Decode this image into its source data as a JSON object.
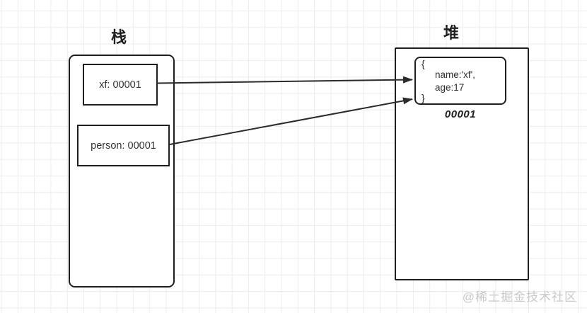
{
  "diagram": {
    "stack": {
      "title": "栈",
      "variables": [
        {
          "name": "xf",
          "label": "xf: 00001"
        },
        {
          "name": "person",
          "label": "person: 00001"
        }
      ]
    },
    "heap": {
      "title": "堆",
      "object": {
        "open_brace": "{",
        "properties": [
          "name:'xf',",
          "age:17"
        ],
        "close_brace": "}",
        "address": "00001"
      }
    },
    "arrows": [
      {
        "from": "xf: 00001",
        "to": "heap object 00001"
      },
      {
        "from": "person: 00001",
        "to": "heap object 00001"
      }
    ]
  },
  "watermark": "@稀土掘金技术社区",
  "colors": {
    "stroke": "#1f1f1f",
    "arrow": "#2b2b2b",
    "text": "#2d2d2d",
    "grid": "#ececec",
    "watermark": "#c9c9c9",
    "background": "#ffffff"
  }
}
